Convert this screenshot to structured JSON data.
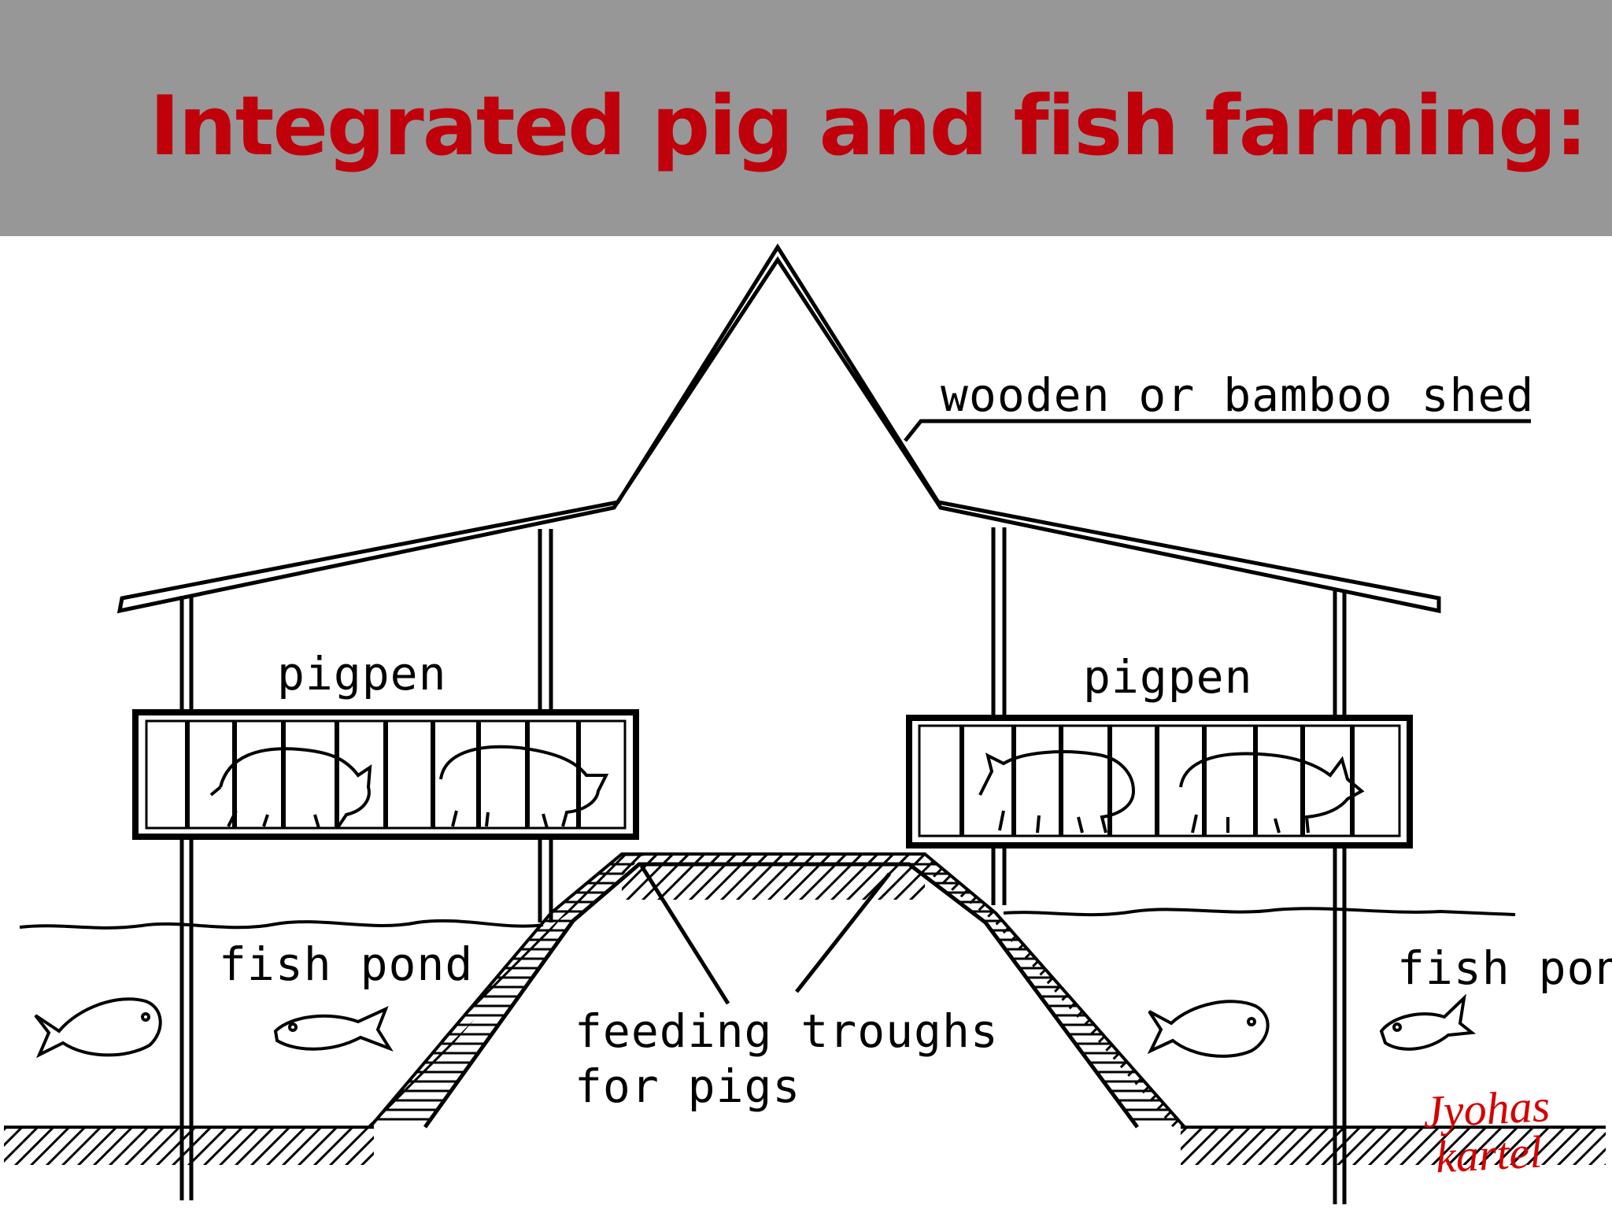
{
  "title": "Integrated pig and fish farming:",
  "labels": {
    "shed": "wooden or bamboo shed",
    "pigpen_left": "pigpen",
    "pigpen_right": "pigpen",
    "pond_left": "fish pond",
    "pond_right": "fish pond",
    "troughs_line1": "feeding troughs",
    "troughs_line2": "for pigs"
  },
  "signature": [
    "Jyohas",
    "kartel"
  ],
  "colors": {
    "title": "#c0000b",
    "band": "#979797",
    "signature": "#d40000"
  }
}
